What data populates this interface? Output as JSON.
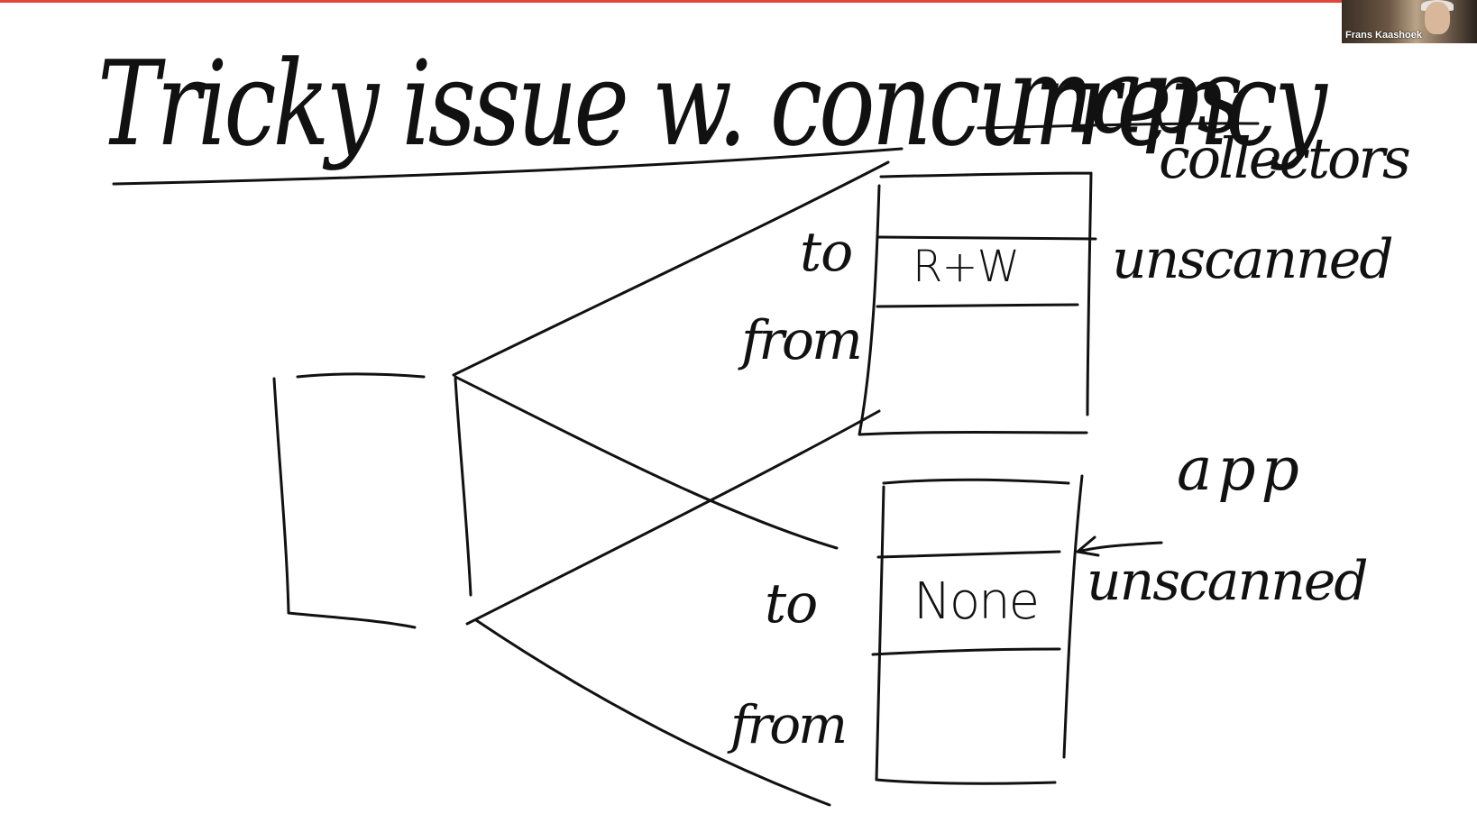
{
  "colors": {
    "top_accent": "#e0463c",
    "ink": "#111111",
    "background": "#ffffff"
  },
  "whiteboard": {
    "title": "Tricky issue w. concurrency",
    "heading": "maps",
    "subheading": "collectors",
    "top_stack": {
      "label_to": "to",
      "label_from": "from",
      "cell_text": "R+W",
      "side_note": "unscanned"
    },
    "bottom_stack": {
      "label_to": "to",
      "label_from": "from",
      "cell_text": "None",
      "side_note": "unscanned",
      "pointer_note": "app"
    }
  },
  "participant": {
    "name": "Frans Kaashoek",
    "icon": "video-thumbnail-icon"
  }
}
